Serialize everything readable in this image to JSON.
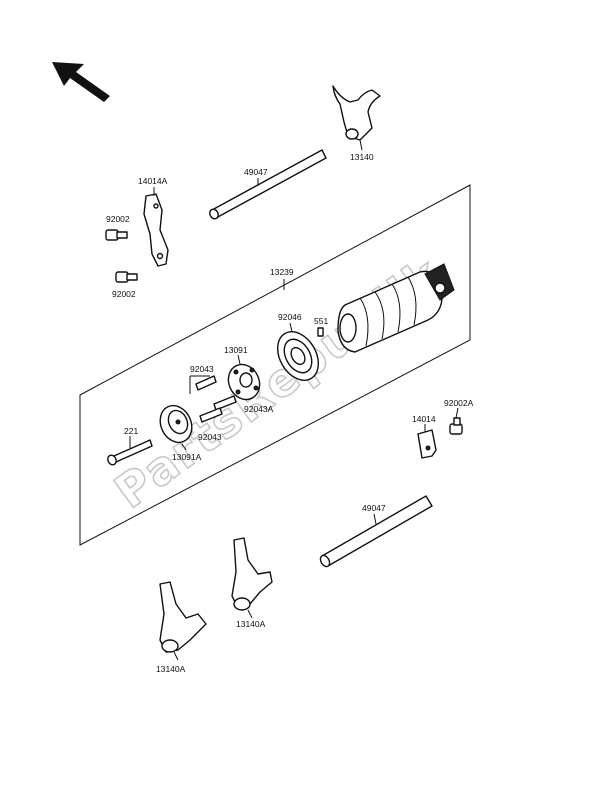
{
  "watermark": "PartsRepublik",
  "labels": {
    "fork_top": "13140",
    "shaft_top": "49047",
    "plate": "14014A",
    "bolt_top": "92002",
    "bolt_bottom": "92002",
    "drum_assy": "13239",
    "bearing": "92046",
    "pin": "551",
    "holder": "13091",
    "pin_a": "92043",
    "pin_b": "92043A",
    "pin_c": "92043",
    "bolt_221": "221",
    "cam_plate": "13091A",
    "stopper": "14014",
    "bolt_right": "92002A",
    "shaft_bottom": "49047",
    "fork_mid": "13140A",
    "fork_bottom": "13140A"
  },
  "icons": {
    "direction_arrow": "arrow-up-left-icon"
  }
}
